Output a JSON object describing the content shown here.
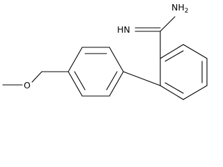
{
  "molecule": {
    "labels": {
      "amidine_amine": {
        "element": "N",
        "hydrogen": "H",
        "subscript": "2"
      },
      "amidine_imine": "HN",
      "ether_oxygen": "O"
    }
  }
}
